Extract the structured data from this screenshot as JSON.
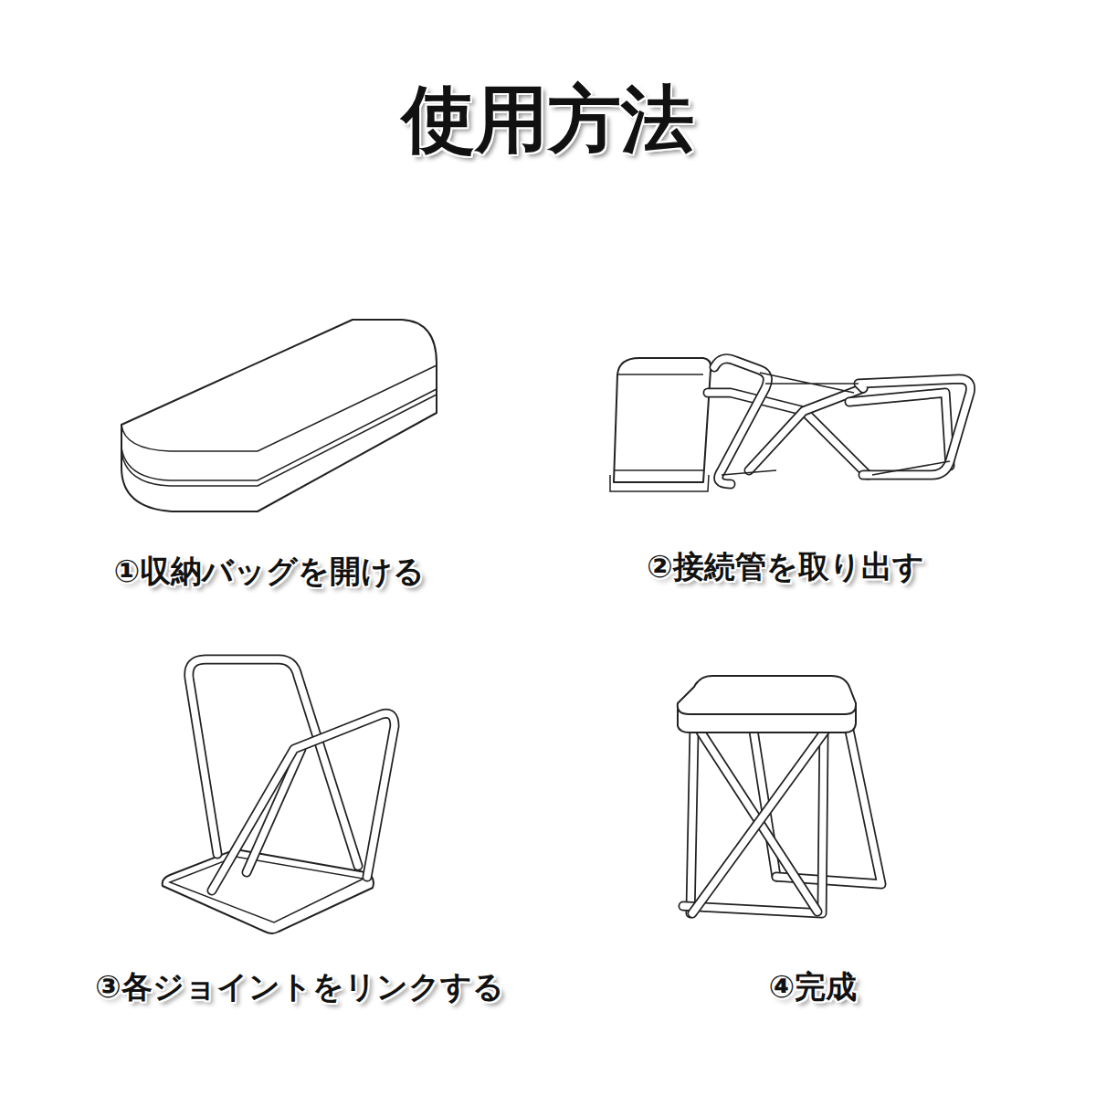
{
  "diagram": {
    "title": "使用方法",
    "labels": [
      "①収納バッグを開ける",
      "②接続管を取り出す",
      "③各ジョイントをリンクする",
      "④完成"
    ]
  }
}
